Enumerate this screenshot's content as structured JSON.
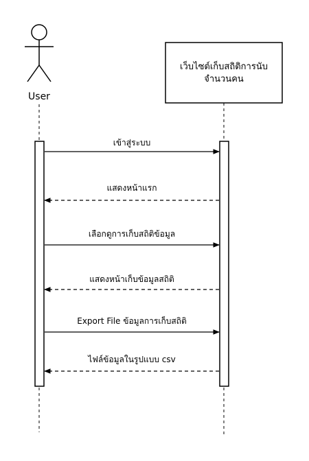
{
  "diagram": {
    "actor": {
      "label": "User"
    },
    "system": {
      "line1": "เว็บไซต์เก็บสถิติการนับ",
      "line2": "จำนวนคน"
    },
    "messages": [
      {
        "label": "เข้าสู่ระบบ",
        "direction": "to-system",
        "style": "solid"
      },
      {
        "label": "แสดงหน้าแรก",
        "direction": "to-user",
        "style": "dashed"
      },
      {
        "label": "เลือกดูการเก็บสถิติข้อมูล",
        "direction": "to-system",
        "style": "solid"
      },
      {
        "label": "แสดงหน้าเก็บข้อมูลสถิติ",
        "direction": "to-user",
        "style": "dashed"
      },
      {
        "label": "Export File ข้อมูลการเก็บสถิติ",
        "direction": "to-system",
        "style": "solid"
      },
      {
        "label": "ไฟล์ข้อมูลในรูปแบบ csv",
        "direction": "to-user",
        "style": "dashed"
      }
    ]
  }
}
